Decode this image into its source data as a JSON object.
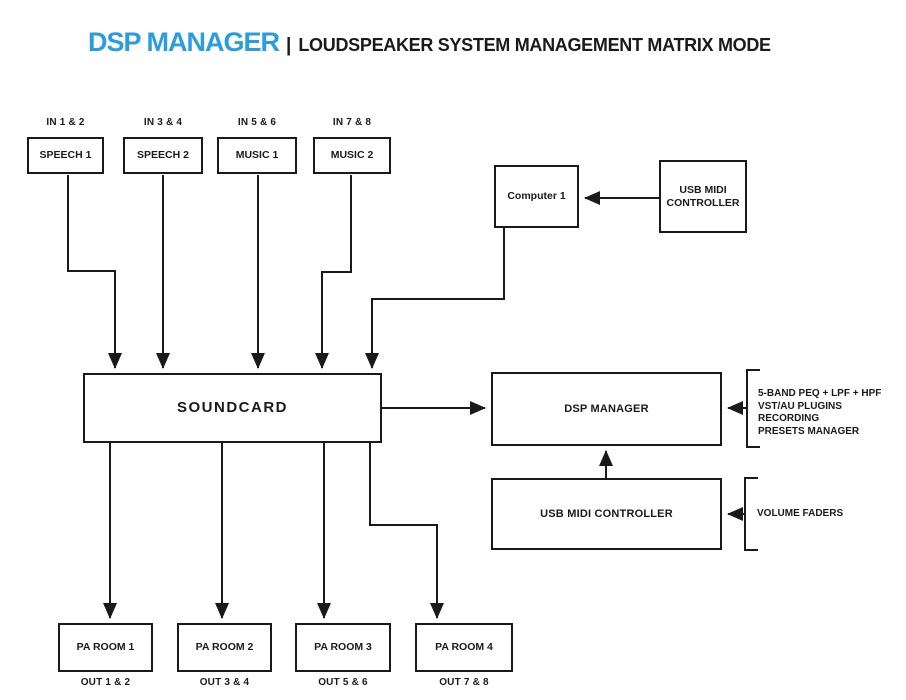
{
  "title": {
    "brand": "DSP MANAGER",
    "separator": "|",
    "subtitle": "LOUDSPEAKER SYSTEM MANAGEMENT MATRIX MODE"
  },
  "colors": {
    "brand_blue": "#2B9CDE",
    "ink": "#1A1A1A"
  },
  "inputs": [
    {
      "port": "IN 1 & 2",
      "label": "SPEECH 1"
    },
    {
      "port": "IN 3 & 4",
      "label": "SPEECH 2"
    },
    {
      "port": "IN 5 & 6",
      "label": "MUSIC 1"
    },
    {
      "port": "IN 7 & 8",
      "label": "MUSIC 2"
    }
  ],
  "nodes": {
    "computer": "Computer 1",
    "usb_midi_top": "USB MIDI CONTROLLER",
    "soundcard": "SOUNDCARD",
    "dsp_manager": "DSP MANAGER",
    "usb_midi_bottom": "USB MIDI CONTROLLER"
  },
  "annotations": {
    "dsp_features": [
      "5-BAND PEQ + LPF + HPF",
      "VST/AU PLUGINS",
      "RECORDING",
      "PRESETS MANAGER"
    ],
    "midi_feature": "VOLUME FADERS"
  },
  "outputs": [
    {
      "label": "PA ROOM 1",
      "port": "OUT 1 & 2"
    },
    {
      "label": "PA ROOM 2",
      "port": "OUT 3 & 4"
    },
    {
      "label": "PA ROOM 3",
      "port": "OUT 5 & 6"
    },
    {
      "label": "PA ROOM 4",
      "port": "OUT 7 & 8"
    }
  ]
}
